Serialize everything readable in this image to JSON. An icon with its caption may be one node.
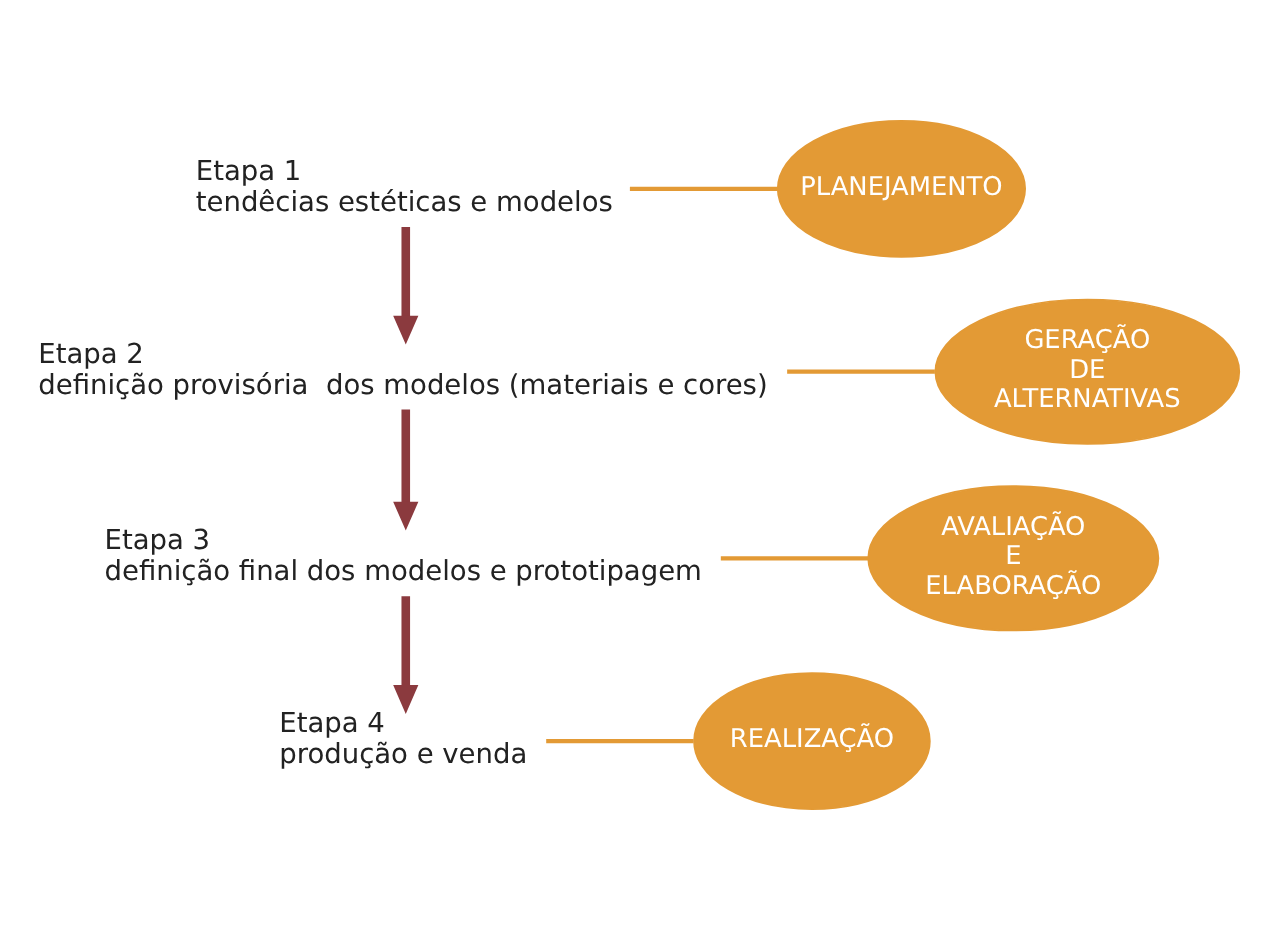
{
  "diagram": {
    "nodes": [
      {
        "text": [
          "Etapa 1",
          "tendêcias estéticas e modelos"
        ]
      },
      {
        "text": [
          "Etapa 2",
          "definição provisória  dos modelos (materiais e cores)"
        ]
      },
      {
        "text": [
          "Etapa 3",
          "definição final dos modelos e prototipagem"
        ]
      },
      {
        "text": [
          "Etapa 4",
          "produção e venda"
        ]
      },
      {
        "text": [
          "PLANEJAMENTO"
        ]
      },
      {
        "text": [
          "GERAÇÃO DE ALTERNATIVAS"
        ]
      },
      {
        "text": [
          "AVALIAÇÃO E ELABORAÇÃO"
        ]
      },
      {
        "text": [
          "REALIZAÇÃO"
        ]
      }
    ],
    "edges": [
      {
        "from": 0,
        "to": 4,
        "arrow": "none"
      },
      {
        "from": 1,
        "to": 5,
        "arrow": "none"
      },
      {
        "from": 2,
        "to": 6,
        "arrow": "none"
      },
      {
        "from": 3,
        "to": 7,
        "arrow": "none"
      },
      {
        "from": 0,
        "to": 1,
        "arrow": "to",
        "style": "thick",
        "color": "#8b3a3e"
      },
      {
        "from": 1,
        "to": 2,
        "arrow": "to",
        "style": "thick",
        "color": "#8b3a3e"
      },
      {
        "from": 2,
        "to": 3,
        "arrow": "to",
        "style": "thick",
        "color": "#8b3a3e"
      }
    ]
  }
}
